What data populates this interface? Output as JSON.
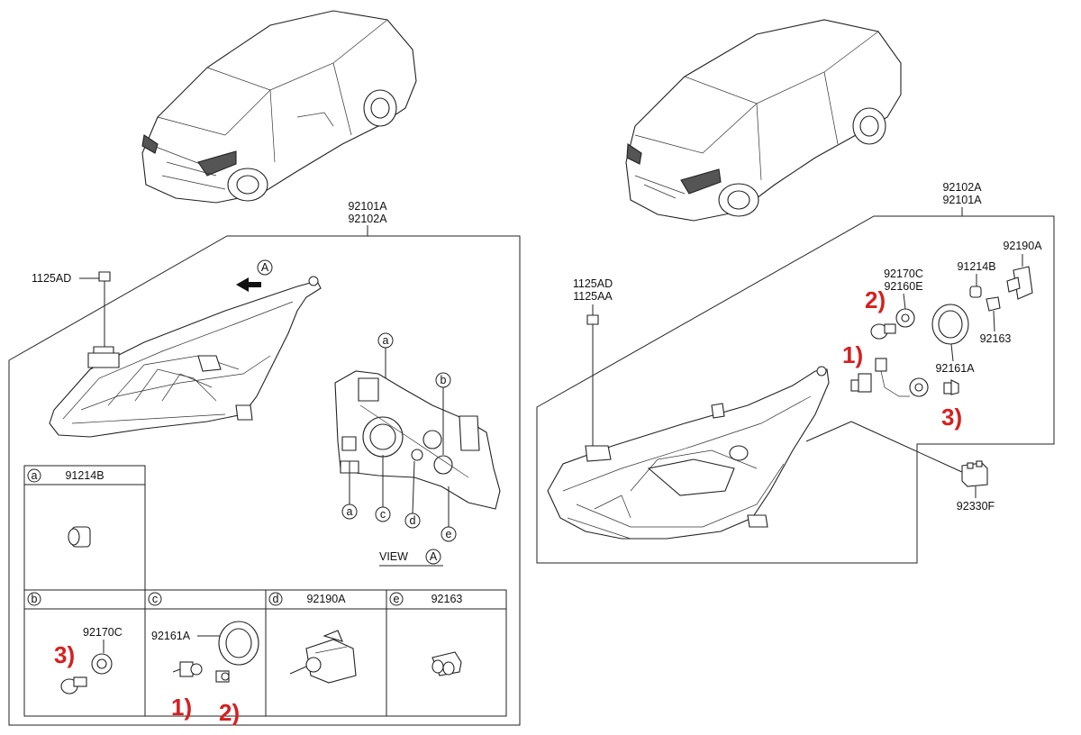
{
  "left_assembly": {
    "part_numbers": [
      "92101A",
      "92102A"
    ],
    "bolt": "1125AD",
    "view_marker": "A",
    "view_label": "VIEW",
    "letters": [
      "a",
      "b",
      "c",
      "d",
      "e"
    ]
  },
  "left_table": {
    "cells": [
      {
        "letter": "a",
        "part": "91214B"
      },
      {
        "letter": "b",
        "part": "92170C"
      },
      {
        "letter": "c",
        "part": "92161A"
      },
      {
        "letter": "d",
        "part": "92190A"
      },
      {
        "letter": "e",
        "part": "92163"
      }
    ]
  },
  "right_assembly": {
    "part_numbers": [
      "92102A",
      "92101A"
    ],
    "bolt_top": "1125AD",
    "bolt_bottom": "1125AA",
    "leveler": "92190A",
    "cap": "91214B",
    "socket_c": "92170C",
    "socket_e": "92160E",
    "clip": "92163",
    "cover": "92161A",
    "connector": "92330F"
  },
  "callouts": [
    "1)",
    "2)",
    "3)"
  ]
}
